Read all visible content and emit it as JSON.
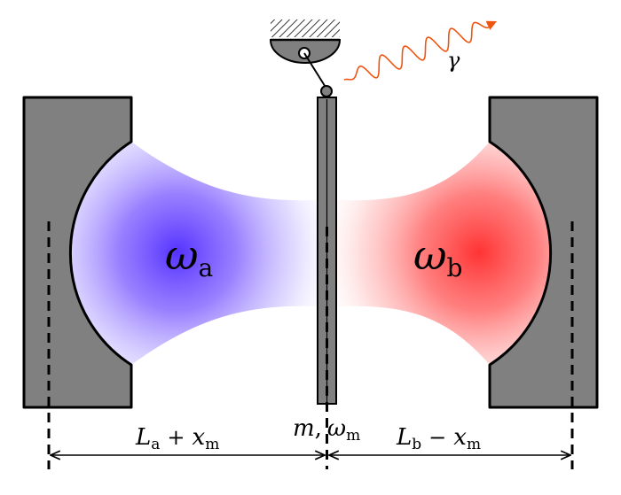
{
  "labels": {
    "omega_a": {
      "sym": "ω",
      "sub": "a"
    },
    "omega_b": {
      "sym": "ω",
      "sub": "b"
    },
    "gamma": "γ",
    "length_a": {
      "L": "L",
      "L_sub": "a",
      "op": "+",
      "x": "x",
      "x_sub": "m"
    },
    "length_b": {
      "L": "L",
      "L_sub": "b",
      "op": "−",
      "x": "x",
      "x_sub": "m"
    },
    "membrane": {
      "m": "m",
      "comma": ",",
      "omega": "ω",
      "omega_sub": "m"
    }
  },
  "colors": {
    "mirror_fill": "#808080",
    "mode_a": "#5533ff",
    "mode_b": "#ff3333",
    "photon": "#ee5511",
    "support_fill": "#808080",
    "line": "#000000"
  }
}
